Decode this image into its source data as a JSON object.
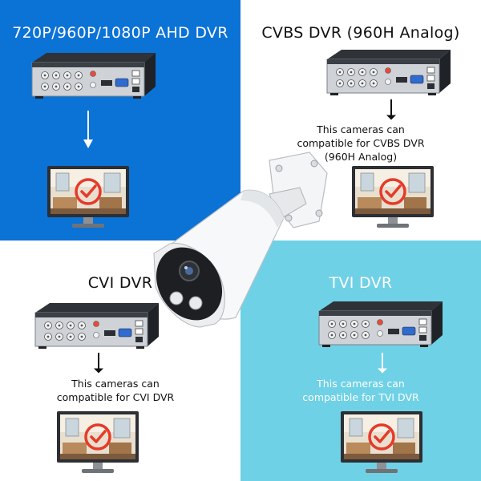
{
  "panels": {
    "ahd": {
      "title": "720P/960P/1080P AHD DVR",
      "caption": ""
    },
    "cvbs": {
      "title": "CVBS DVR (960H Analog)",
      "caption": "This cameras can\ncompatible for CVBS DVR\n(960H Analog)"
    },
    "cvi": {
      "title": "CVI DVR",
      "caption": "This cameras can\ncompatible for CVI DVR"
    },
    "tvi": {
      "title": "TVI DVR",
      "caption": "This cameras can\ncompatible for TVI DVR"
    }
  },
  "colors": {
    "ahd_panel": "#0b72d6",
    "tvi_panel": "#6fd1e6",
    "white_panel": "#ffffff",
    "check_mark": "#e63a2a",
    "dvr_body": "#3b3f46"
  },
  "icons": {
    "dvr": "dvr-recorder-icon",
    "monitor": "monitor-icon",
    "arrow": "arrow-down-icon",
    "check": "checkmark-circle-icon",
    "camera": "bullet-camera-icon"
  }
}
